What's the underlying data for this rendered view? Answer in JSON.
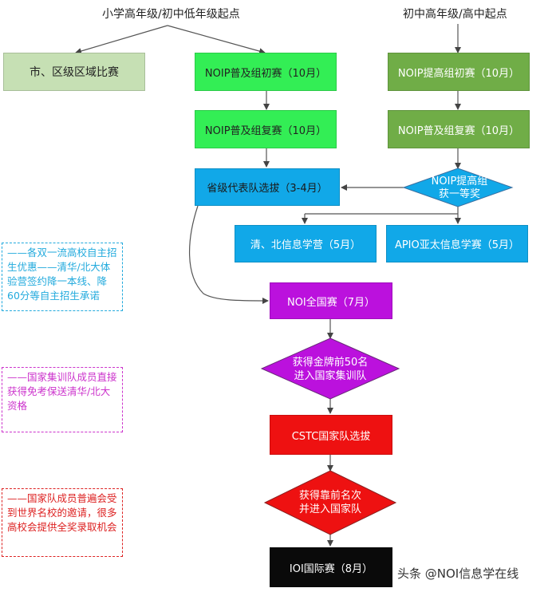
{
  "labels": {
    "start_left": "小学高年级/初中低年级起点",
    "start_right": "初中高年级/高中起点"
  },
  "boxes": {
    "regional": "市、区级区域比赛",
    "pj_first": "NOIP普及组初赛（10月）",
    "pj_second": "NOIP普及组复赛（10月）",
    "tg_first": "NOIP提高组初赛（10月）",
    "tg_second": "NOIP普及组复赛（10月）",
    "provincial": "省级代表队选拔（3-4月）",
    "camp": "清、北信息学营（5月）",
    "apio": "APIO亚太信息学赛（5月）",
    "noi": "NOI全国赛（7月）",
    "ctsc": "CSTC国家队选拔",
    "ioi": "IOI国际赛（8月）"
  },
  "decisions": {
    "tg_award": [
      "NOIP提高组",
      "获一等奖"
    ],
    "gold": [
      "获得金牌前50名",
      "进入国家集训队"
    ],
    "top": [
      "获得靠前名次",
      "并进入国家队"
    ]
  },
  "notes": {
    "n1": "——各双一流高校自主招生优惠——清华/北大体验营签约降一本线、降60分等自主招生承诺",
    "n2": "——国家集训队成员直接获得免考保送清华/北大资格",
    "n3": "——国家队成员普遍会受到世界名校的邀请，很多高校会提供全奖录取机会"
  },
  "watermark": "头条 @NOI信息学在线",
  "colors": {
    "light_green": "#c6e0b4",
    "bright_green": "#33ee55",
    "dark_green": "#70ad47",
    "blue": "#11a8e8",
    "purple": "#bb11dd",
    "red": "#ee1111",
    "black": "#0a0a0a",
    "note_blue": "#22aadd",
    "note_purple": "#cc33cc",
    "note_red": "#dd2222"
  }
}
